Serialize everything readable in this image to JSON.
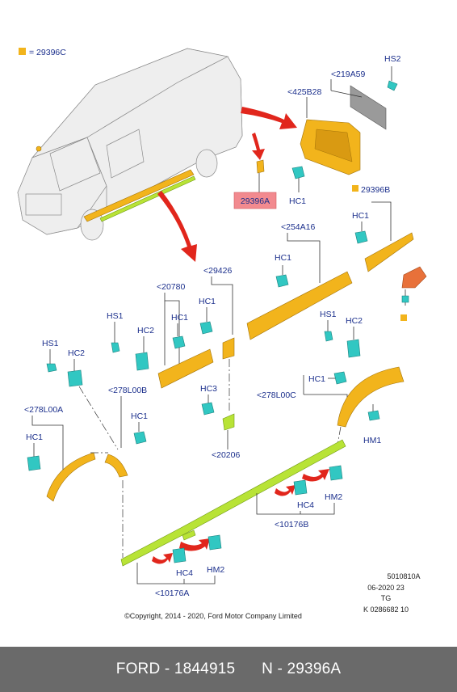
{
  "diagram": {
    "legend_text": "= 29396C",
    "highlight_label": "29396A",
    "labels": {
      "hs2": "HS2",
      "p219a59": "<219A59",
      "p425b28": "<425B28",
      "hc1_top": "HC1",
      "p29396b": "29396B",
      "hc1_rear": "HC1",
      "p254a16": "<254A16",
      "hc1_mid": "HC1",
      "p29426": "<29426",
      "p20780": "<20780",
      "hc1_a": "HC1",
      "hc1_b": "HC1",
      "hs1_a": "HS1",
      "hc2_a": "HC2",
      "hs1_left": "HS1",
      "hc2_left": "HC2",
      "p278l00b": "<278L00B",
      "hc3": "HC3",
      "hc1_c": "HC1",
      "p278l00a": "<278L00A",
      "hc1_d": "HC1",
      "p20206": "<20206",
      "hs1_right": "HS1",
      "hc2_right": "HC2",
      "hc1_e": "HC1",
      "p278l00c": "<278L00C",
      "hm1": "HM1",
      "hc4_upper": "HC4",
      "hm2_upper": "HM2",
      "p10176b": "<10176B",
      "hc4_lower": "HC4",
      "hm2_lower": "HM2",
      "p10176a": "<10176A"
    },
    "ref_code_1": "5010810A",
    "ref_code_2": "06-2020 23",
    "ref_code_3": "TG",
    "ref_code_4": "K 0286682 10",
    "copyright": "©Copyright, 2014 - 2020, Ford Motor Company Limited",
    "colors": {
      "part_yellow": "#f2b41c",
      "clip_cyan": "#31c7c2",
      "part_green": "#b8e336",
      "arrow_red": "#e1261c",
      "highlight_pink": "#f28a8f",
      "label_blue": "#1b2f8c",
      "footer_gray": "#6a6a6a"
    }
  },
  "footer": {
    "text": "FORD - 1844915      N - 29396A"
  }
}
